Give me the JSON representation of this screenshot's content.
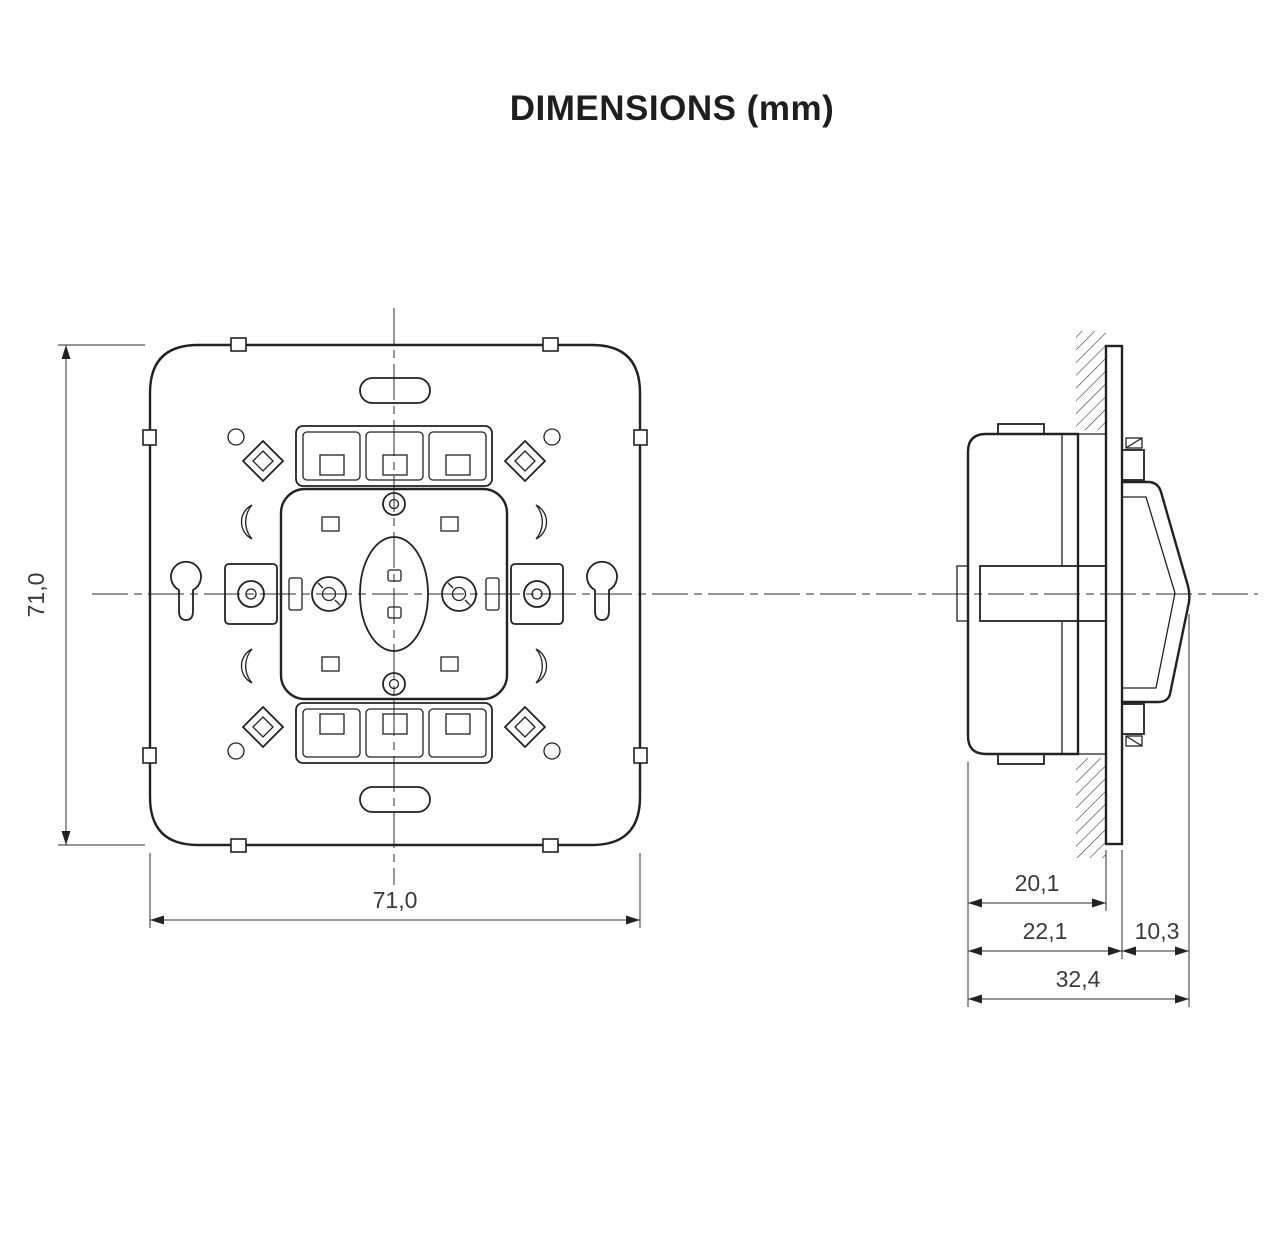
{
  "title": "DIMENSIONS (mm)",
  "front_view": {
    "height_label": "71,0",
    "width_label": "71,0"
  },
  "side_view": {
    "recess_depth_label": "20,1",
    "mechanism_depth_label": "22,1",
    "protrusion_label": "10,3",
    "total_depth_label": "32,4"
  }
}
